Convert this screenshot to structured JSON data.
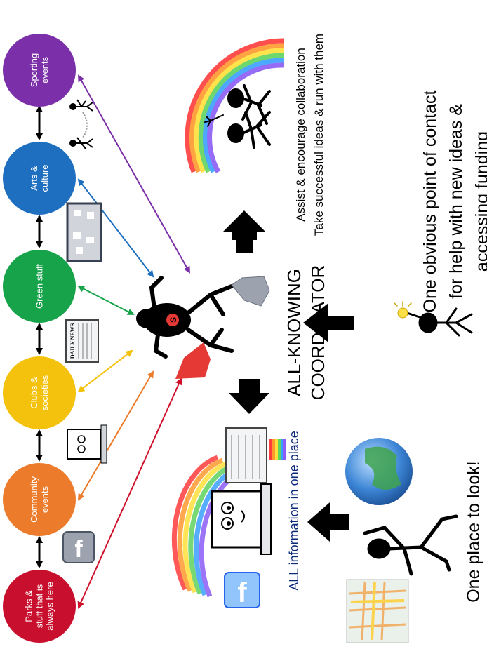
{
  "categories": [
    {
      "id": "sporting",
      "lines": [
        "Sporting",
        "events"
      ],
      "color": "#7b2fa8"
    },
    {
      "id": "arts",
      "lines": [
        "Arts &",
        "culture"
      ],
      "color": "#1f6fc0"
    },
    {
      "id": "green",
      "lines": [
        "Green stuff"
      ],
      "color": "#17a34a"
    },
    {
      "id": "clubs",
      "lines": [
        "Clubs &",
        "societies"
      ],
      "color": "#f4c20d"
    },
    {
      "id": "community",
      "lines": [
        "Community",
        "events"
      ],
      "color": "#ec7c2c"
    },
    {
      "id": "parks",
      "lines": [
        "Parks &",
        "stuff that is",
        "always here"
      ],
      "color": "#c8102e"
    }
  ],
  "coordinator": {
    "line1": "ALL-KNOWING",
    "line2": "COORDINATOR",
    "badge": "S"
  },
  "top_text": {
    "line1": "Assist & encourage collaboration",
    "line2": "Take successful ideas & run with them"
  },
  "right_text": {
    "line1": "One obvious point of contact",
    "line2": "for help with new ideas &",
    "line3": "accessing funding"
  },
  "bottom_text": "ALL information in one place",
  "bottom_right_text": "One place to look!",
  "newspaper_label": "DAILY NEWS",
  "colors": {
    "arrow": "#000000",
    "cape": "#e53935",
    "rainbow": [
      "#ff3b3b",
      "#ff9a2e",
      "#ffe03a",
      "#5fd35f",
      "#3aa0ff",
      "#8b5cf6"
    ]
  }
}
